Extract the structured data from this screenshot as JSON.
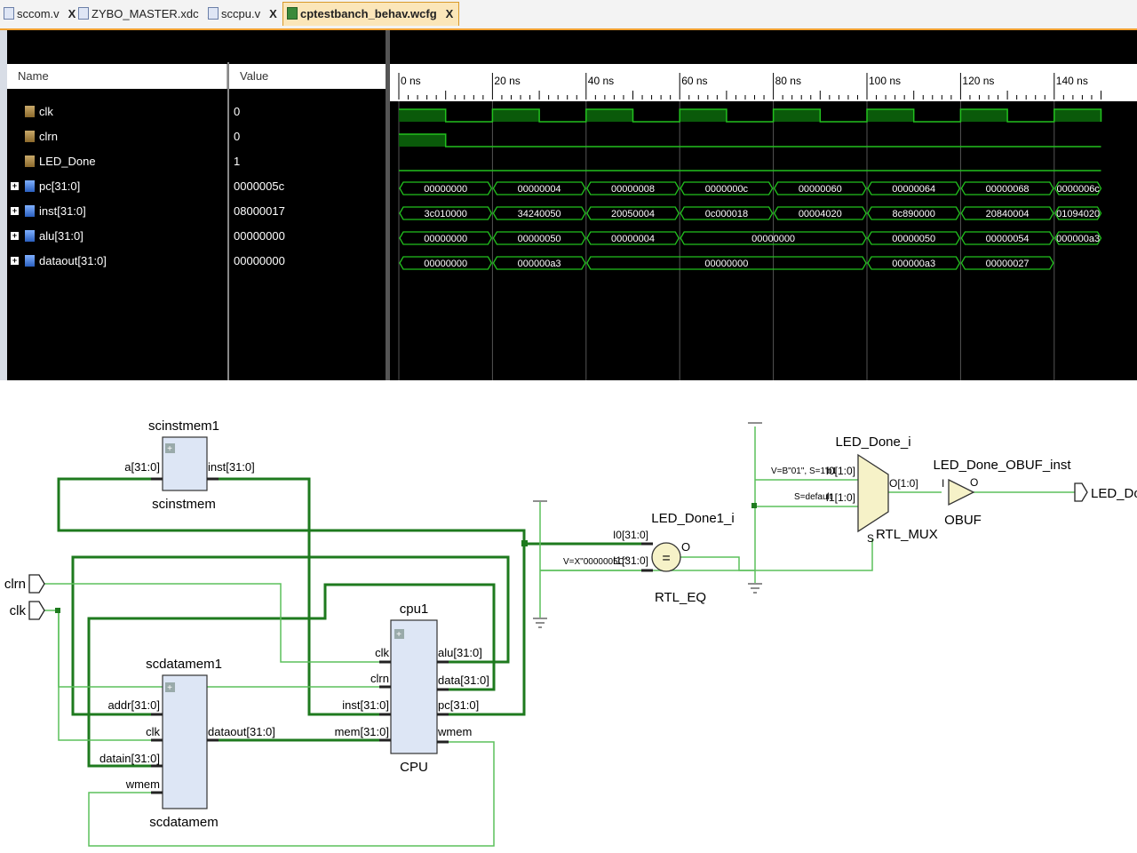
{
  "tabs": [
    {
      "label": "sccom.v",
      "active": false
    },
    {
      "label": "ZYBO_MASTER.xdc",
      "active": false
    },
    {
      "label": "sccpu.v",
      "active": false
    },
    {
      "label": "cptestbanch_behav.wcfg",
      "active": true
    }
  ],
  "tab_close_glyph": "X",
  "waveform": {
    "columns": {
      "name": "Name",
      "value": "Value"
    },
    "signals": [
      {
        "name": "clk",
        "value": "0",
        "type": "bit",
        "expandable": false
      },
      {
        "name": "clrn",
        "value": "0",
        "type": "bit",
        "expandable": false
      },
      {
        "name": "LED_Done",
        "value": "1",
        "type": "bit",
        "expandable": false
      },
      {
        "name": "pc[31:0]",
        "value": "0000005c",
        "type": "bus",
        "expandable": true
      },
      {
        "name": "inst[31:0]",
        "value": "08000017",
        "type": "bus",
        "expandable": true
      },
      {
        "name": "alu[31:0]",
        "value": "00000000",
        "type": "bus",
        "expandable": true
      },
      {
        "name": "dataout[31:0]",
        "value": "00000000",
        "type": "bus",
        "expandable": true
      }
    ],
    "time_labels": [
      "0 ns",
      "20 ns",
      "40 ns",
      "60 ns",
      "80 ns",
      "100 ns",
      "120 ns",
      "140 ns"
    ],
    "time_range_ns": [
      0,
      150
    ],
    "clk_period_ns": 20,
    "clrn_high_until_ns": 10,
    "bus_segments": {
      "pc": [
        {
          "start": 0,
          "end": 20,
          "value": "00000000"
        },
        {
          "start": 20,
          "end": 40,
          "value": "00000004"
        },
        {
          "start": 40,
          "end": 60,
          "value": "00000008"
        },
        {
          "start": 60,
          "end": 80,
          "value": "0000000c"
        },
        {
          "start": 80,
          "end": 100,
          "value": "00000060"
        },
        {
          "start": 100,
          "end": 120,
          "value": "00000064"
        },
        {
          "start": 120,
          "end": 140,
          "value": "00000068"
        },
        {
          "start": 140,
          "end": 150,
          "value": "0000006c"
        }
      ],
      "inst": [
        {
          "start": 0,
          "end": 20,
          "value": "3c010000"
        },
        {
          "start": 20,
          "end": 40,
          "value": "34240050"
        },
        {
          "start": 40,
          "end": 60,
          "value": "20050004"
        },
        {
          "start": 60,
          "end": 80,
          "value": "0c000018"
        },
        {
          "start": 80,
          "end": 100,
          "value": "00004020"
        },
        {
          "start": 100,
          "end": 120,
          "value": "8c890000"
        },
        {
          "start": 120,
          "end": 140,
          "value": "20840004"
        },
        {
          "start": 140,
          "end": 150,
          "value": "01094020"
        }
      ],
      "alu": [
        {
          "start": 0,
          "end": 20,
          "value": "00000000"
        },
        {
          "start": 20,
          "end": 40,
          "value": "00000050"
        },
        {
          "start": 40,
          "end": 60,
          "value": "00000004"
        },
        {
          "start": 60,
          "end": 100,
          "value": "00000000"
        },
        {
          "start": 100,
          "end": 120,
          "value": "00000050"
        },
        {
          "start": 120,
          "end": 140,
          "value": "00000054"
        },
        {
          "start": 140,
          "end": 150,
          "value": "000000a3"
        }
      ],
      "dataout": [
        {
          "start": 0,
          "end": 20,
          "value": "00000000"
        },
        {
          "start": 20,
          "end": 40,
          "value": "000000a3"
        },
        {
          "start": 40,
          "end": 100,
          "value": "00000000"
        },
        {
          "start": 100,
          "end": 120,
          "value": "000000a3"
        },
        {
          "start": 120,
          "end": 140,
          "value": "00000027"
        }
      ]
    }
  },
  "schematic": {
    "scinstmem": {
      "instance": "scinstmem1",
      "type": "scinstmem",
      "pin_a": "a[31:0]",
      "pin_inst": "inst[31:0]"
    },
    "scdatamem": {
      "instance": "scdatamem1",
      "type": "scdatamem",
      "pin_addr": "addr[31:0]",
      "pin_clk": "clk",
      "pin_datain": "datain[31:0]",
      "pin_wmem": "wmem",
      "pin_dataout": "dataout[31:0]"
    },
    "cpu": {
      "instance": "cpu1",
      "type": "CPU",
      "pin_clk": "clk",
      "pin_clrn": "clrn",
      "pin_inst": "inst[31:0]",
      "pin_mem": "mem[31:0]",
      "pin_alu": "alu[31:0]",
      "pin_data": "data[31:0]",
      "pin_pc": "pc[31:0]",
      "pin_wmem": "wmem"
    },
    "inputs": [
      "clrn",
      "clk"
    ],
    "eq": {
      "instance": "LED_Done1_i",
      "type": "RTL_EQ",
      "symbol": "=",
      "in0": "I0[31:0]",
      "in1": "I1[31:0]",
      "const_label": "V=X\"0000005C\"",
      "out": "O"
    },
    "mux": {
      "instance": "LED_Done_i",
      "type": "RTL_MUX",
      "in0": "I0[1:0]",
      "in1": "I1[1:0]",
      "out": "O[1:0]",
      "sel": "S",
      "case0": "V=B\"01\", S=1'b1",
      "case1": "S=default"
    },
    "obuf": {
      "instance": "LED_Done_OBUF_inst",
      "type": "OBUF",
      "in": "I",
      "out": "O"
    },
    "output": "LED_Done",
    "block_expand_glyph": "+"
  }
}
